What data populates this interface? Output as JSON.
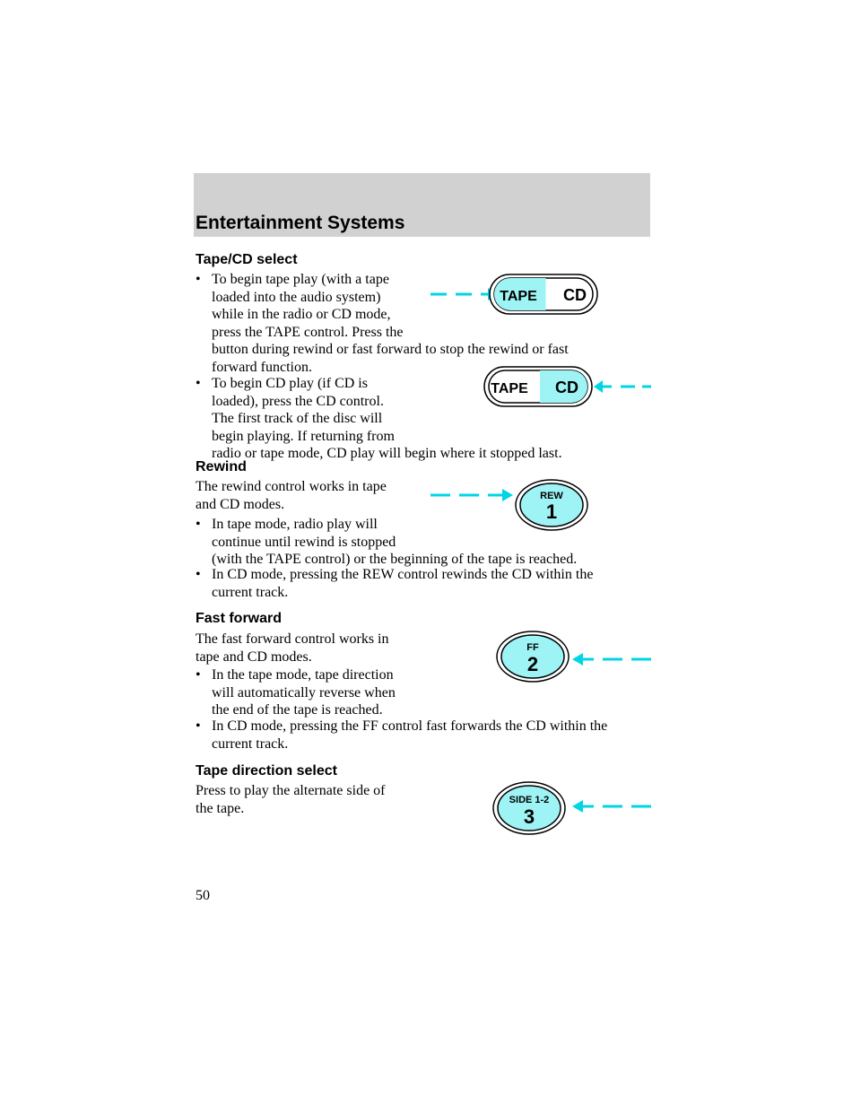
{
  "header": {
    "title": "Entertainment Systems"
  },
  "sections": {
    "tape_cd": {
      "heading": "Tape/CD select",
      "bullet1": [
        "To begin tape play (with a tape",
        "loaded into the audio system)",
        "while in the radio or CD mode,",
        "press the TAPE control. Press the",
        "button during rewind or fast forward to stop the rewind or fast",
        "forward function."
      ],
      "bullet2": [
        "To begin CD play (if CD is",
        "loaded), press the CD control.",
        "The first track of the disc will",
        "begin playing. If returning from",
        "radio or tape mode, CD play will begin where it stopped last."
      ]
    },
    "rewind": {
      "heading": "Rewind",
      "intro": [
        "The rewind control works in tape",
        "and CD modes."
      ],
      "bullet1": [
        "In tape mode, radio play will",
        "continue until rewind is stopped",
        "(with the TAPE control) or the beginning of the tape is reached."
      ],
      "bullet2": [
        "In CD mode, pressing the REW control rewinds the CD within the",
        "current track."
      ]
    },
    "fast_forward": {
      "heading": "Fast forward",
      "intro": [
        "The fast forward control works in",
        "tape and CD modes."
      ],
      "bullet1": [
        "In the tape mode, tape direction",
        "will automatically reverse when",
        "the end of the tape is reached."
      ],
      "bullet2": [
        "In CD mode, pressing the FF control fast forwards the CD within the",
        "current track."
      ]
    },
    "tape_direction": {
      "heading": "Tape direction select",
      "intro": [
        "Press to play the alternate side of",
        "the tape."
      ]
    }
  },
  "buttons": {
    "tape_label": "TAPE",
    "cd_label": "CD",
    "rew_label": "REW",
    "rew_number": "1",
    "ff_label": "FF",
    "ff_number": "2",
    "side_label": "SIDE 1-2",
    "side_number": "3"
  },
  "bullet_char": "•",
  "colors": {
    "highlight": "#9ef3f5",
    "header_bg": "#d1d1d1",
    "arrow": "#00d5e6"
  },
  "page_number": "50"
}
